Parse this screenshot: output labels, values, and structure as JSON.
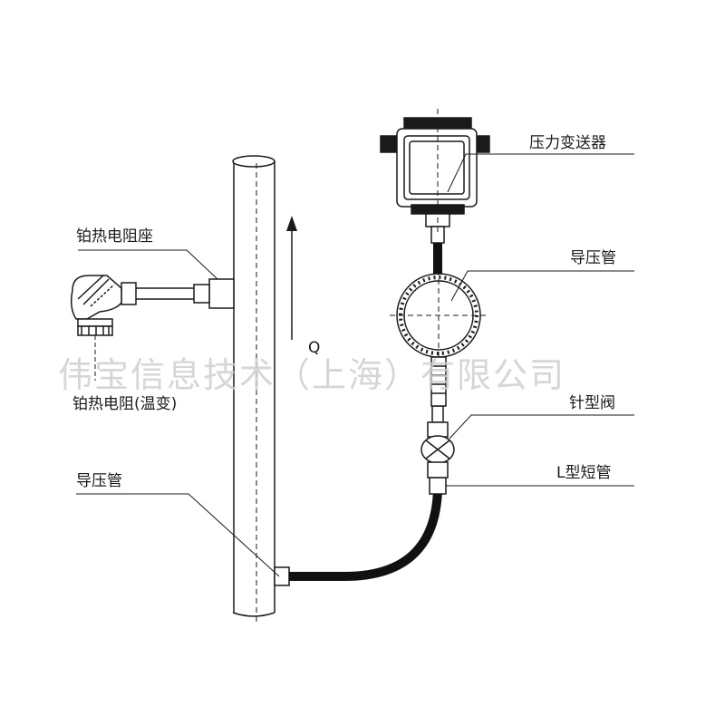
{
  "labels": {
    "pressure_transmitter": "压力变送器",
    "impulse_pipe_right": "导压管",
    "pt_rtd_seat": "铂热电阻座",
    "pt_rtd_temp": "铂热电阻(温变)",
    "needle_valve": "针型阀",
    "l_short_pipe": "L型短管",
    "impulse_pipe_left": "导压管",
    "flow_q": "Q"
  },
  "watermark": "伟宝信息技术（上海）有限公司",
  "colors": {
    "line": "#1a1a1a",
    "tube": "#111111",
    "pipe_fill": "#ffffff",
    "watermark": "#d0d0d0"
  }
}
